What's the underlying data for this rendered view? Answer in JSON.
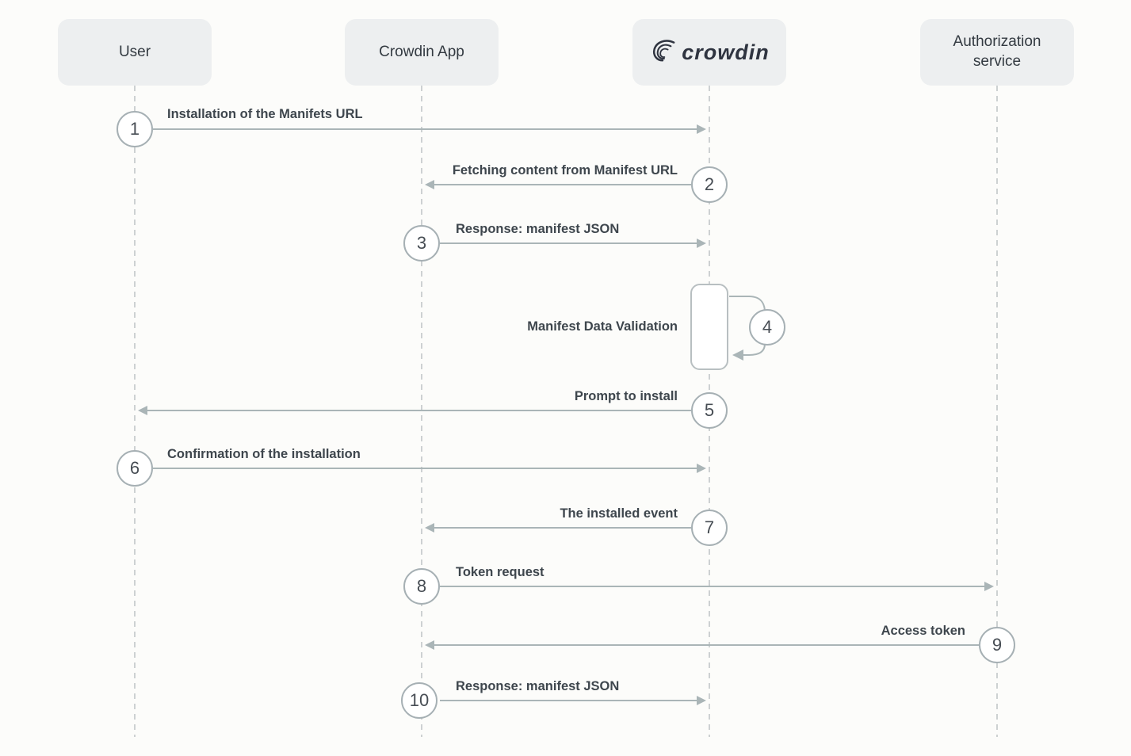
{
  "diagram": {
    "type": "sequence-diagram",
    "description_visible": false
  },
  "actors": [
    {
      "id": "user",
      "label": "User"
    },
    {
      "id": "crowdin-app",
      "label": "Crowdin App"
    },
    {
      "id": "crowdin",
      "label": "crowdin",
      "logo": "crowdin-logo-icon"
    },
    {
      "id": "authorization-service",
      "label": "Authorization service"
    }
  ],
  "messages": [
    {
      "num": "1",
      "label": "Installation of the Manifets URL",
      "from": "user",
      "to": "crowdin",
      "direction": "right"
    },
    {
      "num": "2",
      "label": "Fetching content from Manifest URL",
      "from": "crowdin",
      "to": "crowdin-app",
      "direction": "left"
    },
    {
      "num": "3",
      "label": "Response: manifest JSON",
      "from": "crowdin-app",
      "to": "crowdin",
      "direction": "right"
    },
    {
      "num": "4",
      "label": "Manifest Data Validation",
      "from": "crowdin",
      "to": "crowdin",
      "direction": "self"
    },
    {
      "num": "5",
      "label": "Prompt to install",
      "from": "crowdin",
      "to": "user",
      "direction": "left"
    },
    {
      "num": "6",
      "label": "Confirmation of the installation",
      "from": "user",
      "to": "crowdin",
      "direction": "right"
    },
    {
      "num": "7",
      "label": "The installed event",
      "from": "crowdin",
      "to": "crowdin-app",
      "direction": "left"
    },
    {
      "num": "8",
      "label": "Token request",
      "from": "crowdin-app",
      "to": "authorization-service",
      "direction": "right"
    },
    {
      "num": "9",
      "label": "Access token",
      "from": "authorization-service",
      "to": "crowdin-app",
      "direction": "left"
    },
    {
      "num": "10",
      "label": "Response: manifest JSON",
      "from": "crowdin-app",
      "to": "crowdin",
      "direction": "right"
    }
  ],
  "colors": {
    "page_background": "#fcfcfa",
    "actor_box_background": "#edeff0",
    "actor_text": "#333a41",
    "lifeline_dash": "#cdd1d2",
    "arrow": "#aab5b7",
    "circle_border": "#a6b0b4",
    "circle_number": "#474d54",
    "label_text": "#3e464d",
    "logo_text": "#2f3440"
  }
}
